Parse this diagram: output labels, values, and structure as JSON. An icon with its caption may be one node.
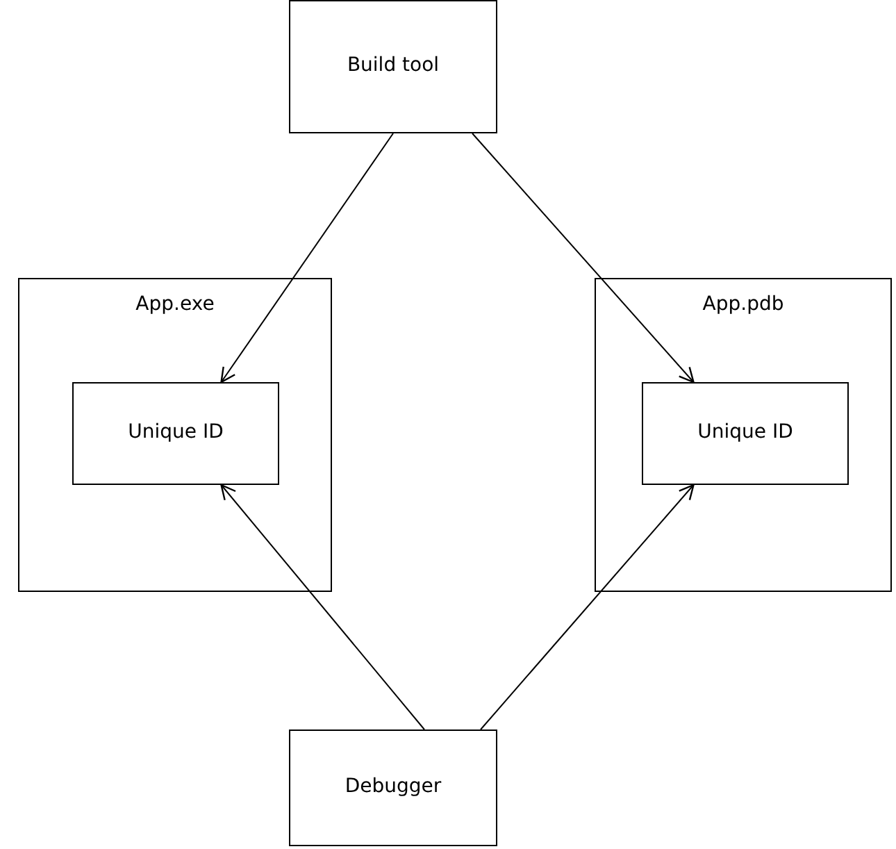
{
  "diagram": {
    "nodes": [
      {
        "text": [
          "Build tool"
        ]
      },
      {
        "text": [
          "App.exe"
        ]
      },
      {
        "text": [
          "Unique ID"
        ],
        "in": 1
      },
      {
        "text": [
          "App.pdb"
        ]
      },
      {
        "text": [
          "Unique ID"
        ],
        "in": 3
      },
      {
        "text": [
          "Debugger"
        ]
      }
    ],
    "edges": [
      {
        "from": 0,
        "to": 2,
        "arrow": "to"
      },
      {
        "from": 0,
        "to": 4,
        "arrow": "to"
      },
      {
        "from": 5,
        "to": 2,
        "arrow": "to"
      },
      {
        "from": 5,
        "to": 4,
        "arrow": "to"
      }
    ]
  }
}
